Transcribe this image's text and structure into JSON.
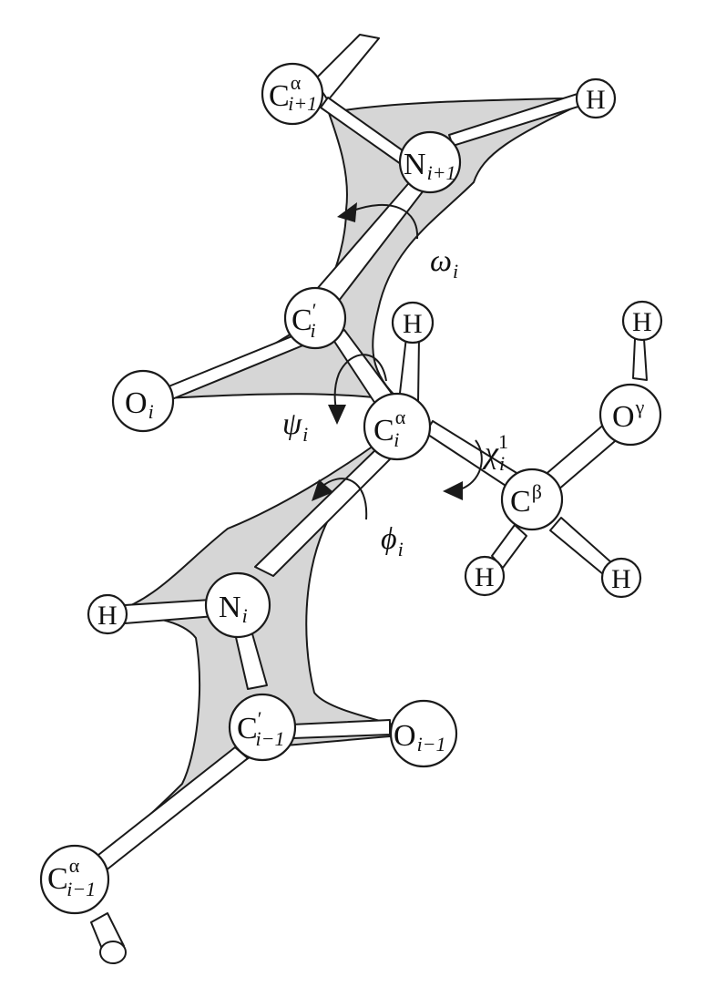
{
  "atoms": {
    "ca_next": {
      "base": "C",
      "sup": "α",
      "sub": "i+1"
    },
    "h_top": {
      "base": "H"
    },
    "n_next": {
      "base": "N",
      "sub": "i+1"
    },
    "c_prime_i": {
      "base": "C",
      "sup": "′",
      "sub": "i"
    },
    "h_mid": {
      "base": "H"
    },
    "h_right": {
      "base": "H"
    },
    "o_i": {
      "base": "O",
      "sub": "i"
    },
    "ca_i": {
      "base": "C",
      "sup": "α",
      "sub": "i"
    },
    "o_gamma": {
      "base": "O",
      "sup": "γ"
    },
    "c_beta": {
      "base": "C",
      "sup": "β"
    },
    "h_cb_left": {
      "base": "H"
    },
    "h_cb_right": {
      "base": "H"
    },
    "h_left": {
      "base": "H"
    },
    "n_i": {
      "base": "N",
      "sub": "i"
    },
    "c_prime_prev": {
      "base": "C",
      "sup": "′",
      "sub": "i−1"
    },
    "o_prev": {
      "base": "O",
      "sub": "i−1"
    },
    "ca_prev": {
      "base": "C",
      "sup": "α",
      "sub": "i−1"
    }
  },
  "torsions": {
    "omega": {
      "symbol": "ω",
      "sub": "i"
    },
    "psi": {
      "symbol": "ψ",
      "sub": "i"
    },
    "phi": {
      "symbol": "ϕ",
      "sub": "i"
    },
    "chi": {
      "symbol": "χ",
      "sup": "1",
      "sub": "i"
    }
  },
  "colors": {
    "plane_fill": "#d6d6d6",
    "stroke": "#1a1a1a",
    "background": "#ffffff"
  }
}
